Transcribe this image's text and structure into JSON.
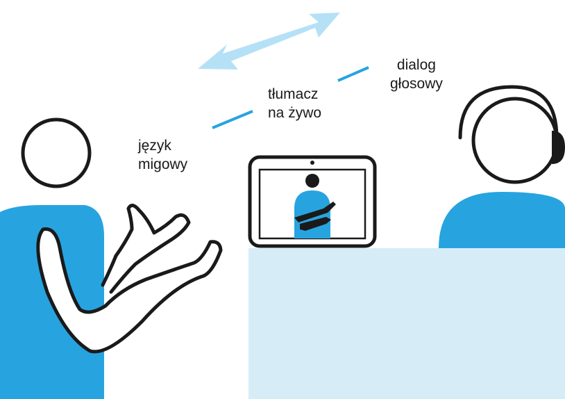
{
  "labels": {
    "sign_language": [
      "język",
      "migowy"
    ],
    "live_interpreter": [
      "tłumacz",
      "na żywo"
    ],
    "voice_dialog": [
      "dialog",
      "głosowy"
    ]
  },
  "colors": {
    "person_blue": "#27a4df",
    "desk_light_blue": "#d6edf8",
    "arrow_light_blue": "#b5e1f7",
    "dash_blue": "#27a4df",
    "outline": "#1a1a1a",
    "background": "#ffffff"
  },
  "icons": {
    "deaf_person": "signing-person-icon",
    "tablet": "video-tablet-icon",
    "interpreter": "interpreter-figure-icon",
    "agent": "headset-agent-icon",
    "arrow": "double-arrow-icon",
    "desk": "service-desk"
  }
}
